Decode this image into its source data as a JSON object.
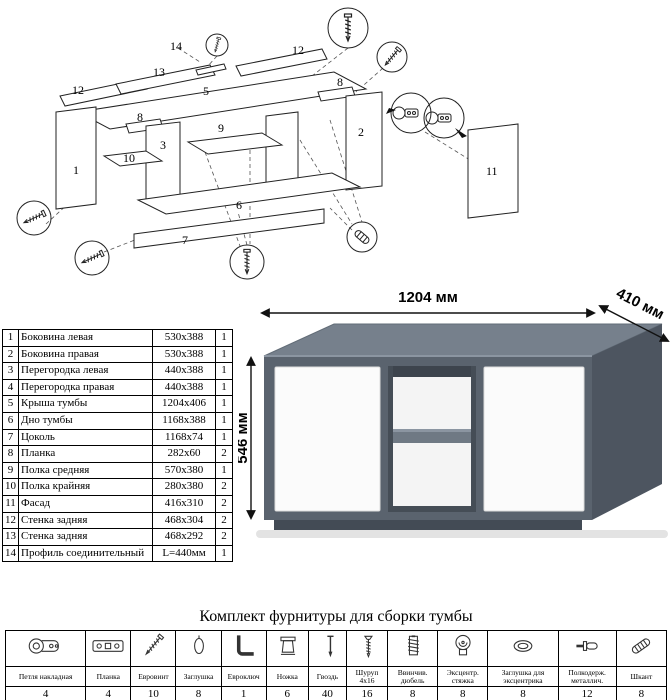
{
  "diagram": {
    "labels": [
      "14",
      "13",
      "12",
      "5",
      "12",
      "8",
      "8",
      "9",
      "3",
      "10",
      "1",
      "2",
      "6",
      "7",
      "11"
    ]
  },
  "parts_table": {
    "rows": [
      {
        "num": "1",
        "name": "Боковина левая",
        "size": "530x388",
        "qty": "1"
      },
      {
        "num": "2",
        "name": "Боковина правая",
        "size": "530x388",
        "qty": "1"
      },
      {
        "num": "3",
        "name": "Перегородка левая",
        "size": "440x388",
        "qty": "1"
      },
      {
        "num": "4",
        "name": "Перегородка правая",
        "size": "440x388",
        "qty": "1"
      },
      {
        "num": "5",
        "name": "Крыша тумбы",
        "size": "1204x406",
        "qty": "1"
      },
      {
        "num": "6",
        "name": "Дно тумбы",
        "size": "1168x388",
        "qty": "1"
      },
      {
        "num": "7",
        "name": "Цоколь",
        "size": "1168x74",
        "qty": "1"
      },
      {
        "num": "8",
        "name": "Планка",
        "size": "282x60",
        "qty": "2"
      },
      {
        "num": "9",
        "name": "Полка средняя",
        "size": "570x380",
        "qty": "1"
      },
      {
        "num": "10",
        "name": "Полка крайняя",
        "size": "280x380",
        "qty": "2"
      },
      {
        "num": "11",
        "name": "Фасад",
        "size": "416x310",
        "qty": "2"
      },
      {
        "num": "12",
        "name": "Стенка задняя",
        "size": "468x304",
        "qty": "2"
      },
      {
        "num": "13",
        "name": "Стенка задняя",
        "size": "468x292",
        "qty": "2"
      },
      {
        "num": "14",
        "name": "Профиль соединительный",
        "size": "L=440мм",
        "qty": "1"
      }
    ]
  },
  "render": {
    "width_label": "1204 мм",
    "depth_label": "410 мм",
    "height_label": "546 мм",
    "colors": {
      "body": "#5a636e",
      "top": "#76808c",
      "side": "#4d5560",
      "door": "#fbfbfb",
      "shelf": "#6f7984"
    }
  },
  "hardware": {
    "title": "Комплект фурнитуры для сборки тумбы",
    "items": [
      {
        "name": "Петля накладная",
        "qty": "4",
        "icon": "hinge-icon"
      },
      {
        "name": "Планка",
        "qty": "4",
        "icon": "mounting-plate-icon"
      },
      {
        "name": "Евровинт",
        "qty": "10",
        "icon": "euro-screw-icon"
      },
      {
        "name": "Заглушка",
        "qty": "8",
        "icon": "cap-icon"
      },
      {
        "name": "Евроключ",
        "qty": "1",
        "icon": "hex-key-icon"
      },
      {
        "name": "Ножка",
        "qty": "6",
        "icon": "leg-icon"
      },
      {
        "name": "Гвоздь",
        "qty": "40",
        "icon": "nail-icon"
      },
      {
        "name": "Шуруп 4x16",
        "qty": "16",
        "icon": "screw-icon"
      },
      {
        "name": "Ввинчив. дюбель",
        "qty": "8",
        "icon": "screw-dowel-icon"
      },
      {
        "name": "Эксцентр. стяжка",
        "qty": "8",
        "icon": "cam-lock-icon"
      },
      {
        "name": "Заглушка для эксцентрика",
        "qty": "8",
        "icon": "cam-cap-icon"
      },
      {
        "name": "Полкодерж. металлич.",
        "qty": "12",
        "icon": "shelf-support-icon"
      },
      {
        "name": "Шкант",
        "qty": "8",
        "icon": "dowel-icon"
      }
    ]
  }
}
